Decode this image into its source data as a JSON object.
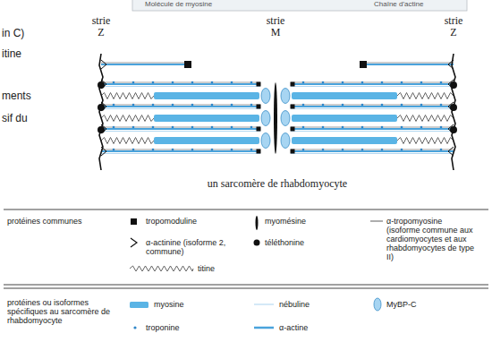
{
  "diagram": {
    "caption": "un sarcomère de rhabdomyocyte",
    "labels": [
      "Molécule de myosine",
      "Chaîne d'actine",
      "in C)",
      "itine",
      "ments",
      "sif du",
      "strie Z",
      "strie M",
      "strie Z",
      "protéines communes",
      "protéines ou isoformes spécifiques au sarcomère de rhabdomyocyte"
    ],
    "legend": [
      {
        "text": "tropomoduline"
      },
      {
        "text": "myomésine"
      },
      {
        "text": "α-tropomyosine (isoforme commune aux cardiomyocytes et aux rhabdomyocytes de type II)"
      },
      {
        "text": "α-actinine (isoforme 2, commune)"
      },
      {
        "text": "téléthonine"
      },
      {
        "text": "titine"
      },
      {
        "text": "myosine",
        "color": "#5ab4e5"
      },
      {
        "text": "nébuline"
      },
      {
        "text": "MyBP-C"
      },
      {
        "text": "troponine"
      },
      {
        "text": "α-actine"
      }
    ]
  }
}
